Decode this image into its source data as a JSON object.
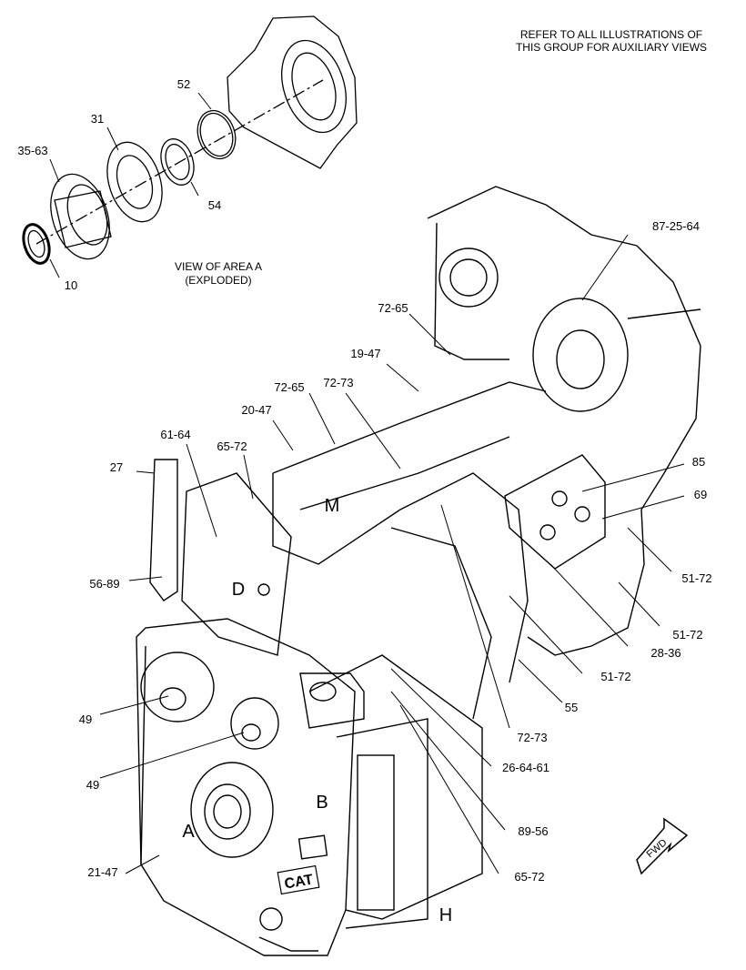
{
  "header_note": {
    "line1": "REFER TO ALL ILLUSTRATIONS OF",
    "line2": "THIS GROUP FOR AUXILIARY VIEWS"
  },
  "exploded_view_caption": {
    "line1": "VIEW OF AREA A",
    "line2": "(EXPLODED)"
  },
  "callouts": [
    "52",
    "31",
    "35-63",
    "54",
    "10",
    "87-25-64",
    "72-65",
    "19-47",
    "72-65",
    "72-73",
    "20-47",
    "61-64",
    "65-72",
    "27",
    "85",
    "69",
    "51-72",
    "56-89",
    "51-72",
    "28-36",
    "51-72",
    "49",
    "55",
    "72-73",
    "49",
    "26-64-61",
    "89-56",
    "21-47",
    "65-72"
  ],
  "zones": [
    "M",
    "D",
    "B",
    "A",
    "H"
  ],
  "logo_text": "CAT",
  "fwd_arrow": {
    "label": "FWD"
  }
}
